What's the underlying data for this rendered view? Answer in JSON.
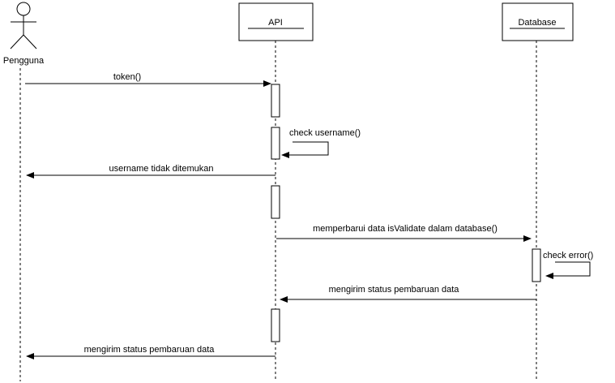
{
  "diagram": {
    "actor": {
      "label": "Pengguna"
    },
    "participants": [
      {
        "id": "api",
        "label": "API"
      },
      {
        "id": "db",
        "label": "Database"
      }
    ],
    "messages": [
      {
        "id": "m1",
        "label": "token()"
      },
      {
        "id": "m2",
        "label": "check username()"
      },
      {
        "id": "m3",
        "label": "username tidak ditemukan"
      },
      {
        "id": "m4",
        "label": "memperbarui data isValidate dalam database()"
      },
      {
        "id": "m5",
        "label": "check error()"
      },
      {
        "id": "m6",
        "label": "mengirim status pembaruan data"
      },
      {
        "id": "m7",
        "label": "mengirim status pembaruan data"
      }
    ]
  }
}
